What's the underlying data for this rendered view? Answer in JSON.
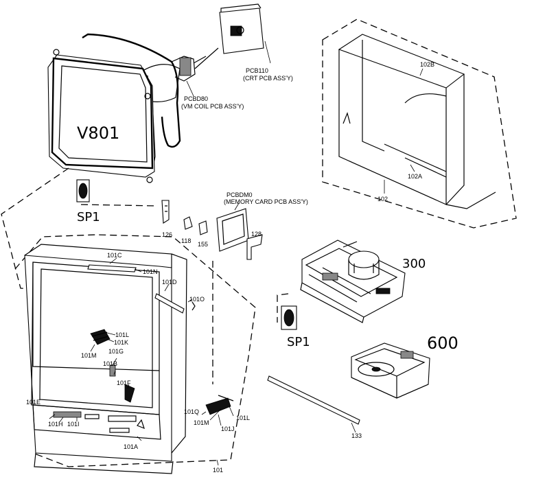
{
  "groups": {
    "crt": {
      "label": "V801",
      "pcb110": "PCB110",
      "pcb110_desc": "(CRT PCB ASS'Y)",
      "pcb080": "PCBD80",
      "pcb080_desc": "(VM COIL PCB ASS'Y)"
    },
    "back_cabinet": {
      "part": "102",
      "part_a": "102A",
      "part_b": "102B"
    },
    "speaker_left": {
      "label": "SP1"
    },
    "speaker_right": {
      "label": "SP1"
    },
    "memory_card": {
      "pcb": "PCBDM0",
      "pcb_desc": "(MEMORY CARD PCB ASS'Y)",
      "p126": "126",
      "p118": "118",
      "p155": "155",
      "p128": "128"
    },
    "vcr_mech": {
      "label": "300"
    },
    "dvd_mech": {
      "label": "600"
    },
    "front_cabinet": {
      "p101": "101",
      "p101a": "101A",
      "p101b": "101B",
      "p101c": "101C",
      "p101d": "101D",
      "p101e": "101E",
      "p101f": "101F",
      "p101g": "101G",
      "p101h": "101H",
      "p101i": "101I",
      "p101j": "101J",
      "p101k": "101K",
      "p101l": "101L",
      "p101l_2": "101L",
      "p101m": "101M",
      "p101m_2": "101M",
      "p101n": "101N",
      "p101o": "101O",
      "p101q": "101Q"
    },
    "rail": {
      "label": "133"
    }
  }
}
